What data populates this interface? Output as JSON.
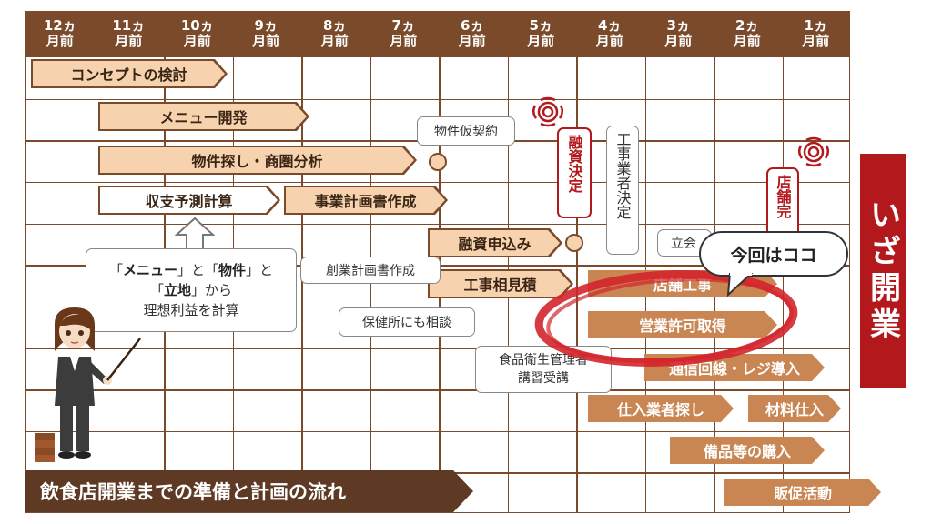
{
  "header": {
    "months": [
      {
        "num": "12ヵ",
        "suffix": "月前"
      },
      {
        "num": "11ヵ",
        "suffix": "月前"
      },
      {
        "num": "10ヵ",
        "suffix": "月前"
      },
      {
        "num": "9ヵ",
        "suffix": "月前"
      },
      {
        "num": "8ヵ",
        "suffix": "月前"
      },
      {
        "num": "7ヵ",
        "suffix": "月前"
      },
      {
        "num": "6ヵ",
        "suffix": "月前"
      },
      {
        "num": "5ヵ",
        "suffix": "月前"
      },
      {
        "num": "4ヵ",
        "suffix": "月前"
      },
      {
        "num": "3ヵ",
        "suffix": "月前"
      },
      {
        "num": "2ヵ",
        "suffix": "月前"
      },
      {
        "num": "1ヵ",
        "suffix": "月前"
      }
    ]
  },
  "tasks": {
    "concept": "コンセプトの検討",
    "menu": "メニュー開発",
    "property_search": "物件探し・商圏分析",
    "revenue_forecast": "収支予測計算",
    "business_plan": "事業計画書作成",
    "loan_application": "融資申込み",
    "construction_quote": "工事相見積",
    "store_construction": "店舗工事",
    "business_permit": "営業許可取得",
    "telecom": "通信回線・レジ導入",
    "supplier_search": "仕入業者探し",
    "ingredients": "材料仕入",
    "equipment": "備品等の購入",
    "promotion": "販促活動"
  },
  "notes": {
    "provisional_contract": "物件仮契約",
    "business_plan_creation": "創業計画書作成",
    "health_center": "保健所にも相談",
    "food_hygiene_line1": "食品衛生管理者",
    "food_hygiene_line2": "講習受講",
    "contractor_decided": "工事業者決定",
    "attendance": "立会",
    "loan_decided": "融資決定",
    "store_complete": "店舗完"
  },
  "explain": {
    "q1_open": "「",
    "q1_word": "メニュー",
    "q1_close": "」と「",
    "q2_word": "物件",
    "q2_close": "」と",
    "q3_open": "「",
    "q3_word": "立地",
    "q3_close": "」から",
    "line3": "理想利益を計算"
  },
  "callout": "今回はココ",
  "banner": "いざ開業",
  "title": "飲食店開業までの準備と計画の流れ",
  "colors": {
    "brown": "#7a4a2a",
    "beige": "#f6d3ae",
    "orange": "#c98552",
    "red": "#b3191c",
    "highlight_ring": "#d3252b"
  }
}
